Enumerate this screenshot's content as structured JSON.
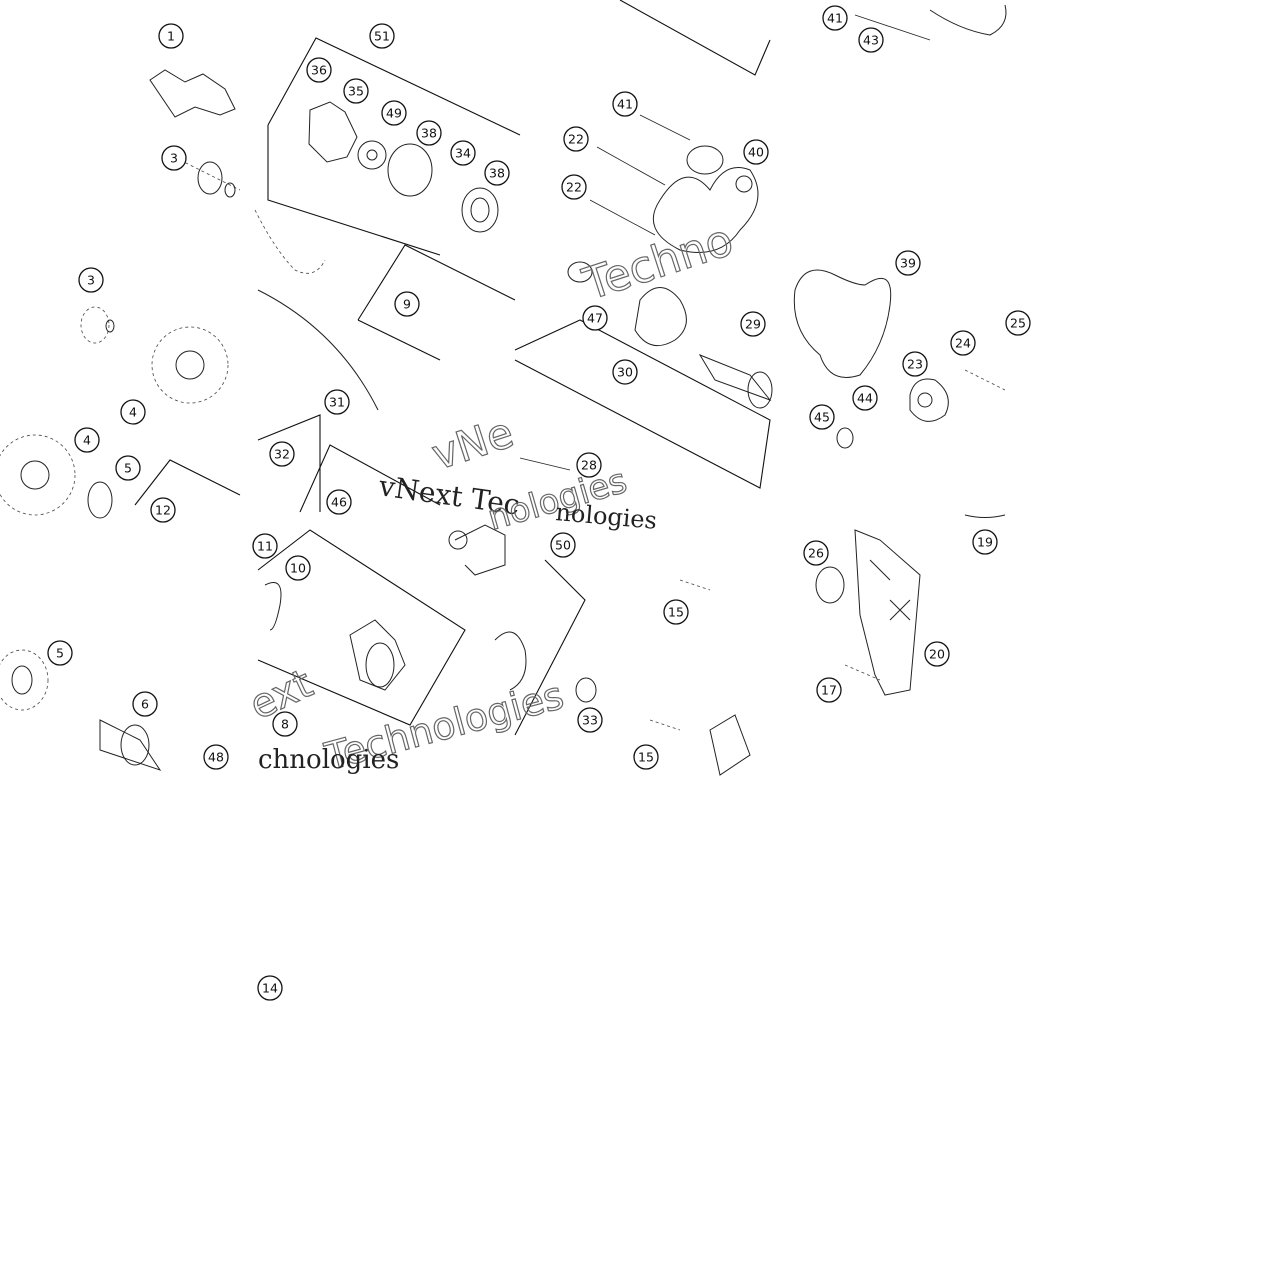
{
  "callouts": [
    {
      "id": "c1",
      "label": "1"
    },
    {
      "id": "c3a",
      "label": "3"
    },
    {
      "id": "c3b",
      "label": "3"
    },
    {
      "id": "c4a",
      "label": "4"
    },
    {
      "id": "c4b",
      "label": "4"
    },
    {
      "id": "c5a",
      "label": "5"
    },
    {
      "id": "c5b",
      "label": "5"
    },
    {
      "id": "c6",
      "label": "6"
    },
    {
      "id": "c48",
      "label": "48"
    },
    {
      "id": "c12",
      "label": "12"
    },
    {
      "id": "c51",
      "label": "51"
    },
    {
      "id": "c36",
      "label": "36"
    },
    {
      "id": "c35",
      "label": "35"
    },
    {
      "id": "c49",
      "label": "49"
    },
    {
      "id": "c38a",
      "label": "38"
    },
    {
      "id": "c34",
      "label": "34"
    },
    {
      "id": "c38b",
      "label": "38"
    },
    {
      "id": "c9",
      "label": "9"
    },
    {
      "id": "c31",
      "label": "31"
    },
    {
      "id": "c32",
      "label": "32"
    },
    {
      "id": "c46",
      "label": "46"
    },
    {
      "id": "c11",
      "label": "11"
    },
    {
      "id": "c10",
      "label": "10"
    },
    {
      "id": "c8",
      "label": "8"
    },
    {
      "id": "c14",
      "label": "14"
    },
    {
      "id": "c41a",
      "label": "41"
    },
    {
      "id": "c22a",
      "label": "22"
    },
    {
      "id": "c22b",
      "label": "22"
    },
    {
      "id": "c40",
      "label": "40"
    },
    {
      "id": "c47",
      "label": "47"
    },
    {
      "id": "c29",
      "label": "29"
    },
    {
      "id": "c30",
      "label": "30"
    },
    {
      "id": "c28",
      "label": "28"
    },
    {
      "id": "c50",
      "label": "50"
    },
    {
      "id": "c15a",
      "label": "15"
    },
    {
      "id": "c33",
      "label": "33"
    },
    {
      "id": "c15b",
      "label": "15"
    },
    {
      "id": "c41b",
      "label": "41"
    },
    {
      "id": "c43",
      "label": "43"
    },
    {
      "id": "c39",
      "label": "39"
    },
    {
      "id": "c24",
      "label": "24"
    },
    {
      "id": "c25",
      "label": "25"
    },
    {
      "id": "c23",
      "label": "23"
    },
    {
      "id": "c44",
      "label": "44"
    },
    {
      "id": "c45",
      "label": "45"
    },
    {
      "id": "c19",
      "label": "19"
    },
    {
      "id": "c26",
      "label": "26"
    },
    {
      "id": "c20",
      "label": "20"
    },
    {
      "id": "c17",
      "label": "17"
    }
  ],
  "watermarks": {
    "w1": "Technologies",
    "w2": "vNext Tec",
    "w3": "nologies",
    "w4": "vNe",
    "w5": "Techno",
    "w6": "ext",
    "w7": "nologies",
    "w8": "chnologies"
  }
}
